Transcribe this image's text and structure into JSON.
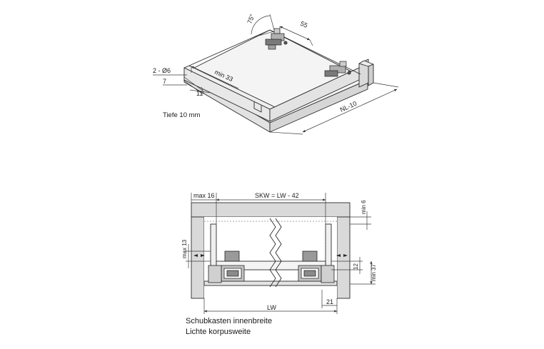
{
  "colors": {
    "line": "#2a2a2a",
    "dimension": "#3c3c3c",
    "cabinet_fill": "#d9d9d9",
    "board_face": "#ededed",
    "board_side": "#dcdcdc",
    "runner_hardware": "#8a8a8a"
  },
  "top_view": {
    "angle_label": "75°",
    "width_55_label": "55",
    "hole_label": "2 - Ø6",
    "offset_7_label": "7",
    "min33_label": "min 33",
    "offset_11_label": "11",
    "length_label": "NL-10",
    "depth_note": "Tiefe 10 mm"
  },
  "section_view": {
    "max16_label": "max 16",
    "skw_label": "SKW = LW - 42",
    "min6_label": "min 6",
    "max13_label": "max 13",
    "d12_label": "12",
    "min37_label": "min 37",
    "lw_label": "LW",
    "d21_label": "21",
    "note_inner_width": "Schubkasten innenbreite",
    "note_carcass_width": "Lichte korpusweite"
  }
}
